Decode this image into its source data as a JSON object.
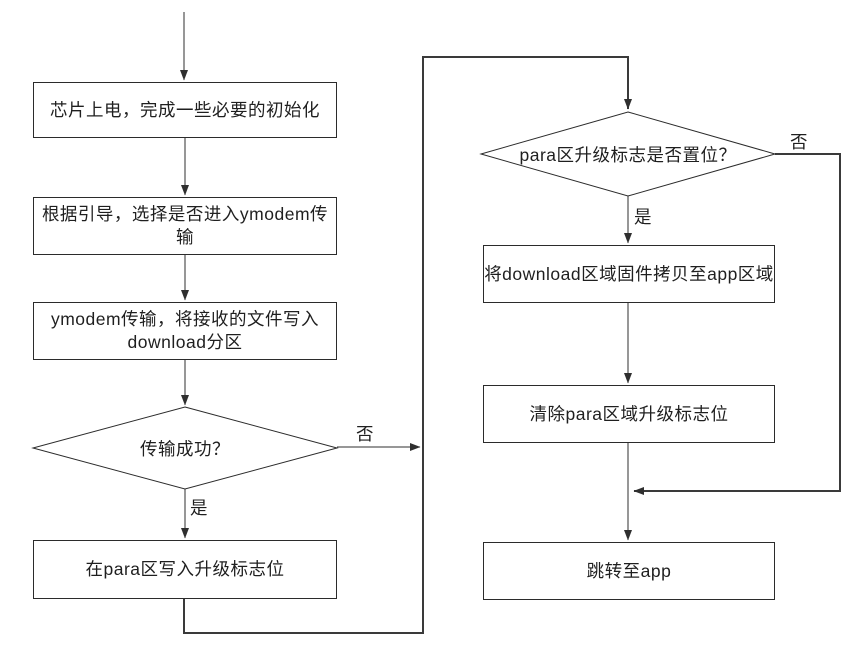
{
  "flowchart": {
    "nodes": {
      "init": "芯片上电，完成一些必要的初始化",
      "boot_select": "根据引导，选择是否进入ymodem传输",
      "ymodem_transfer": "ymodem传输，将接收的文件写入\ndownload分区",
      "transfer_ok": "传输成功？",
      "write_flag": "在para区写入升级标志位",
      "flag_set": "para区升级标志是否置位？",
      "copy_firmware": "将download区域固件拷贝至app区域",
      "clear_flag": "清除para区域升级标志位",
      "jump_app": "跳转至app"
    },
    "edge_labels": {
      "transfer_ok_yes": "是",
      "transfer_ok_no": "否",
      "flag_set_yes": "是",
      "flag_set_no": "否"
    },
    "colors": {
      "background": "#ffffff",
      "box_border": "#2b2b2b",
      "connector_thin": "#2f2f2f",
      "connector_thick": "#3a3a3a",
      "text": "#1f1f1f"
    }
  }
}
